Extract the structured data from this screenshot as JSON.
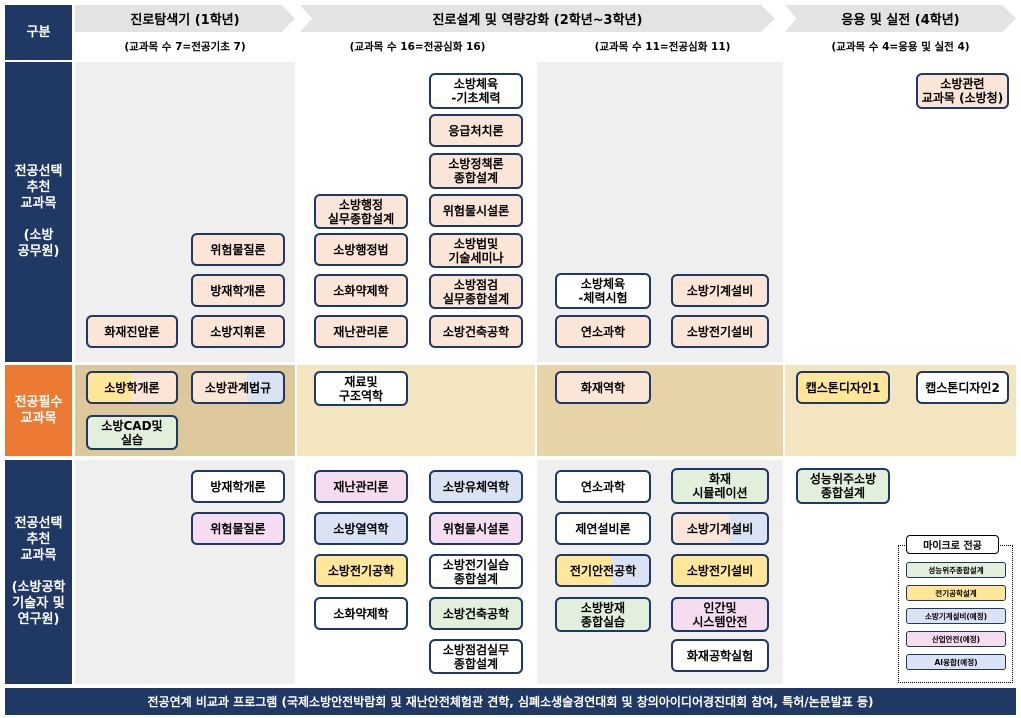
{
  "header": {
    "category_label": "구분",
    "phases": [
      {
        "title": "진로탐색기 (1학년)",
        "subtitle": "(교과목 수 7=전공기초 7)"
      },
      {
        "title": "진로설계 및 역량강화 (2학년~3학년)",
        "subtitle_a": "(교과목 수 16=전공심화 16)",
        "subtitle_b": "(교과목 수 11=전공심화 11)"
      },
      {
        "title": "응용 및 실전 (4학년)",
        "subtitle": "(교과목 수 4=응용 및 실전 4)"
      }
    ]
  },
  "rows": {
    "row1_label": "전공선택\n추천\n교과목\n\n(소방\n공무원)",
    "row2_label": "전공필수\n교과목",
    "row3_label": "전공선택\n추천\n교과목\n\n(소방공학\n기술자 및\n연구원)"
  },
  "courses": {
    "r1": {
      "c1": [
        "화재진압론"
      ],
      "c2": [
        "위험물질론",
        "방재학개론",
        "소방지휘론"
      ],
      "c3": [
        "소방행정\n실무종합설계",
        "소방행정법",
        "소화약제학",
        "재난관리론"
      ],
      "c4": [
        "소방체육\n-기초체력",
        "응급처치론",
        "소방정책론\n종합설계",
        "위험물시설론",
        "소방법및\n기술세미나",
        "소방점검\n실무종합설계",
        "소방건축공학"
      ],
      "c5": [
        "소방체육\n-체력시험",
        "연소과학"
      ],
      "c6": [
        "소방기계설비",
        "소방전기설비"
      ],
      "c8": [
        "소방관련\n교과목 (소방청)"
      ]
    },
    "r2": {
      "c1": [
        "소방학개론",
        "소방CAD및\n실습"
      ],
      "c2": [
        "소방관계법규"
      ],
      "c3": [
        "재료및\n구조역학"
      ],
      "c5": [
        "화재역학"
      ],
      "c7": [
        "캡스톤디자인1"
      ],
      "c8": [
        "캡스톤디자인2"
      ]
    },
    "r3": {
      "c2": [
        "방재학개론",
        "위험물질론"
      ],
      "c3": [
        "재난관리론",
        "소방열역학",
        "소방전기공학",
        "소화약제학"
      ],
      "c4": [
        "소방유체역학",
        "위험물시설론",
        "소방전기실습\n종합설계",
        "소방건축공학",
        "소방점검실무\n종합설계"
      ],
      "c5": [
        "연소과학",
        "제연설비론",
        "전기안전공학",
        "소방방재\n종합실습"
      ],
      "c6": [
        "화재\n시뮬레이션",
        "소방기계설비",
        "소방전기설비",
        "인간및\n시스템안전",
        "화재공학실험"
      ],
      "c7": [
        "성능위주소방\n종합설계"
      ]
    }
  },
  "micro": {
    "title": "마이크로 전공",
    "items": [
      "성능위주종합설계",
      "전기공학설계",
      "소방기계설비(예정)",
      "산업안전(예정)",
      "AI융합(예정)"
    ]
  },
  "footer": "전공연계 비교과 프로그램 (국제소방안전박람회 및 재난안전체험관 견학, 심폐소생술경연대회 및 창의아이디어경진대회 참여, 특허/논문발표 등)"
}
